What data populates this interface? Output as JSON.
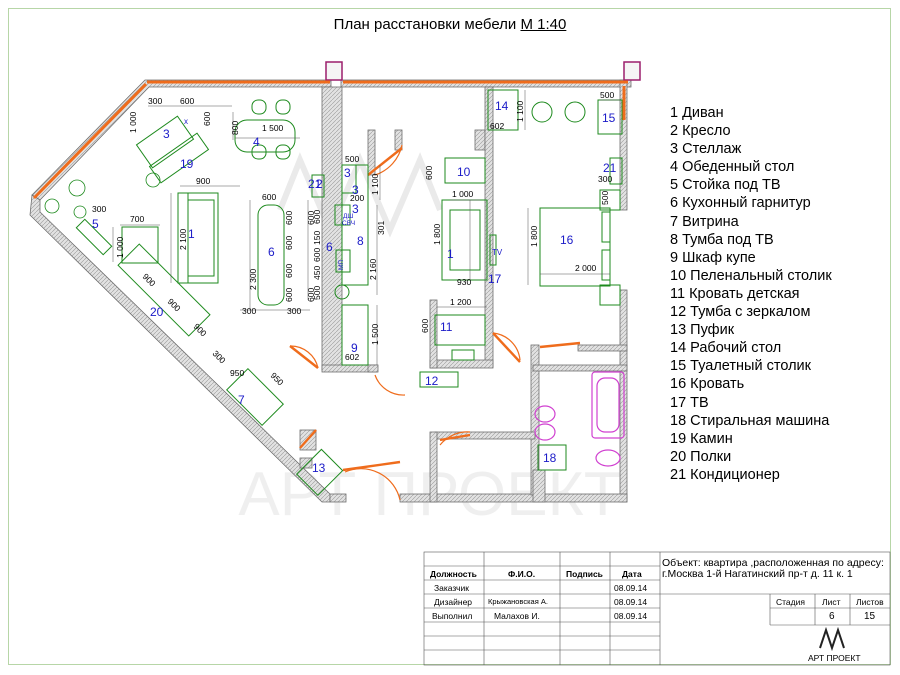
{
  "header": {
    "title": "План расстановки мебели",
    "scale": "М 1:40"
  },
  "legend": [
    "1 Диван",
    "2 Кресло",
    "3 Стеллаж",
    "4 Обеденный стол",
    "5 Стойка под ТВ",
    "6 Кухонный гарнитур",
    "7 Витрина",
    "8 Тумба под ТВ",
    "9 Шкаф купе",
    "10 Пеленальный столик",
    "11 Кровать детская",
    "12 Тумба с зеркалом",
    "13 Пуфик",
    "14 Рабочий стол",
    "15 Туалетный столик",
    "16 Кровать",
    "17 ТВ",
    "18 Стиральная машина",
    "19 Камин",
    "20 Полки",
    "21 Кондиционер"
  ],
  "plan": {
    "dims": {
      "d300a": "300",
      "d600a": "600",
      "d1000a": "1 000",
      "d600b": "600",
      "d800": "800",
      "d1500": "1 500",
      "d900a": "900",
      "d600c": "600",
      "d300b": "300",
      "d700": "700",
      "d1000b": "1 000",
      "d2100": "2 100",
      "d2300": "2 300",
      "d600k1": "600",
      "d600k2": "600",
      "d600k3": "600",
      "d600k4": "600",
      "d600k5": "600",
      "d600k6": "600",
      "d300c": "300",
      "d300d": "300",
      "d900b": "900",
      "d900c": "900",
      "d900d": "900",
      "d300e": "300",
      "d950a": "950",
      "d950b": "950",
      "k500": "500",
      "k200": "200",
      "k600": "600",
      "k150": "150",
      "k500b": "500",
      "k450": "450",
      "k600b": "600",
      "d301": "301",
      "d2160": "2 160",
      "d1500b": "1 500",
      "d602a": "602",
      "d1100a": "1 100",
      "d600d": "600",
      "d1000c": "1 000",
      "d1800a": "1 800",
      "d930": "930",
      "d1200": "1 200",
      "d600e": "600",
      "d602b": "602",
      "d1100b": "1 100",
      "d500a": "500",
      "d300f": "300",
      "d500b": "500",
      "d1800b": "1 800",
      "d2000": "2 000"
    },
    "numbers": {
      "n1a": "1",
      "n1b": "1",
      "n2": "2",
      "n3a": "3",
      "n3b": "3",
      "n3c": "3",
      "n4": "4",
      "n5": "5",
      "n6a": "6",
      "n6b": "6",
      "n7": "7",
      "n8": "8",
      "n9": "9",
      "n10": "10",
      "n11": "11",
      "n12": "12",
      "n13": "13",
      "n14": "14",
      "n15": "15",
      "n16": "16",
      "n17": "17",
      "n18": "18",
      "n19": "19",
      "n20": "20",
      "n21a": "21",
      "n21b": "21"
    },
    "small_text": {
      "dsh": "ДШ",
      "svch": "СВЧ",
      "mp": "МП",
      "tv": "TV",
      "x": "x"
    },
    "watermark": "АРТ ПРОЕКТ"
  },
  "title_block": {
    "headers": {
      "position": "Должность",
      "name": "Ф.И.О.",
      "signature": "Подпись",
      "date": "Дата"
    },
    "rows": [
      {
        "position": "Заказчик",
        "name": "",
        "date": "08.09.14"
      },
      {
        "position": "Дизайнер",
        "name": "Крыжановская А.",
        "date": "08.09.14"
      },
      {
        "position": "Выполнил",
        "name": "Малахов И.",
        "date": "08.09.14"
      }
    ],
    "object_line1": "Объект: квартира ,расположенная по адресу:",
    "object_line2": "г.Москва 1-й Нагатинский пр-т д. 11 к. 1",
    "stage_label": "Стадия",
    "sheet_label": "Лист",
    "sheets_label": "Листов",
    "sheet_value": "6",
    "sheets_value": "15",
    "company": "АРТ ПРОЕКТ"
  },
  "colors": {
    "wall": "#7a7a7a",
    "wall_hatch": "#b5b5b5",
    "furniture": "#1d8a1d",
    "door": "#ef6c1c",
    "bath": "#d040d0",
    "label": "#1b1bc8",
    "frame": "#b7d6a7",
    "column": "#9c1f6d"
  }
}
